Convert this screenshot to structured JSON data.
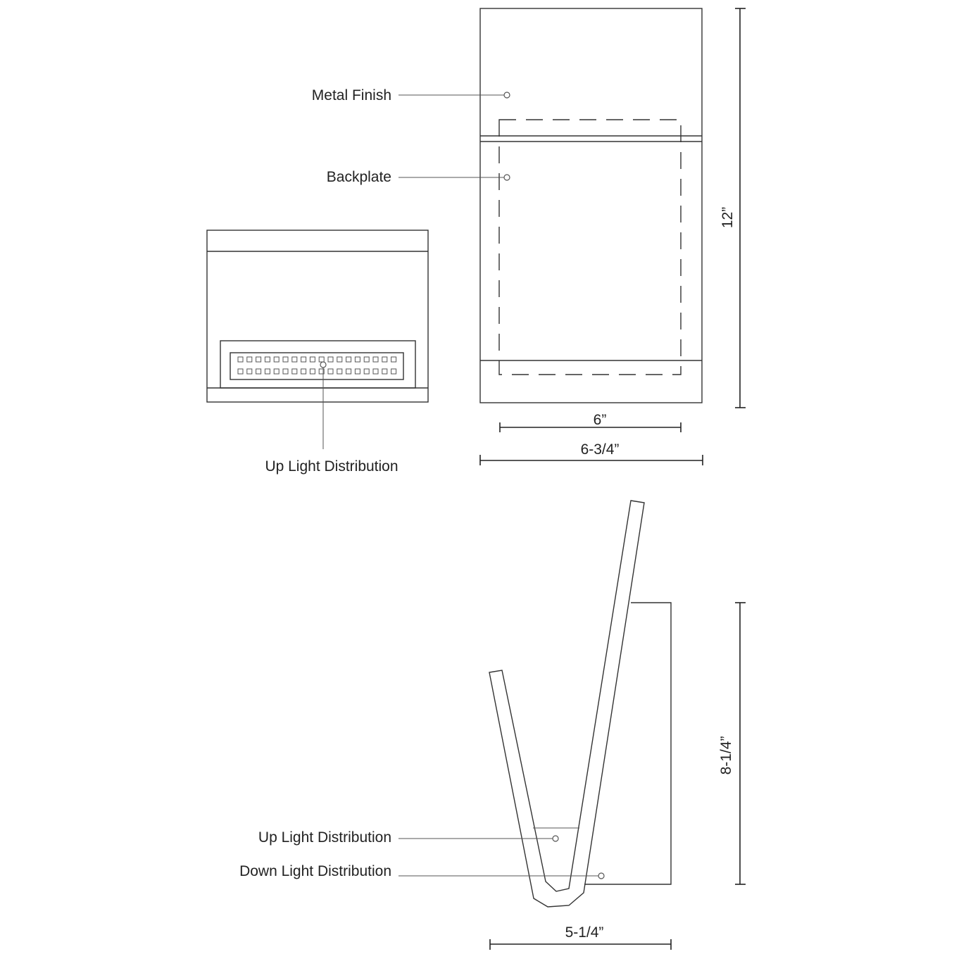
{
  "labels": {
    "metal_finish": "Metal Finish",
    "backplate": "Backplate",
    "up_light_front": "Up Light Distribution",
    "up_light_side": "Up Light Distribution",
    "down_light_side": "Down Light Distribution"
  },
  "dimensions": {
    "height_front": "12”",
    "inner_width": "6”",
    "outer_width": "6-3/4”",
    "depth_side": "8-1/4”",
    "projection_side": "5-1/4”"
  },
  "colors": {
    "line": "#333333",
    "text": "#222222",
    "background": "#ffffff"
  }
}
